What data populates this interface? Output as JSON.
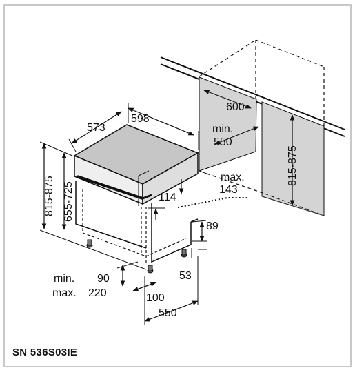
{
  "diagram": {
    "model": "SN 536S03IE",
    "dimensions": {
      "width_598": "598",
      "depth_573": "573",
      "niche_width": "600",
      "niche_min_label": "min.",
      "niche_min_value": "550",
      "niche_height_right": "815-875",
      "height_outer": "815-875",
      "height_inner": "655-725",
      "panel_114": "114",
      "max_label": "max.",
      "max_value": "143",
      "plinth_89": "89",
      "plinth_53": "53",
      "foot_min_label": "min.",
      "foot_min_value": "90",
      "foot_max_label": "max.",
      "foot_max_value": "220",
      "depth_100": "100",
      "depth_550": "550"
    }
  }
}
